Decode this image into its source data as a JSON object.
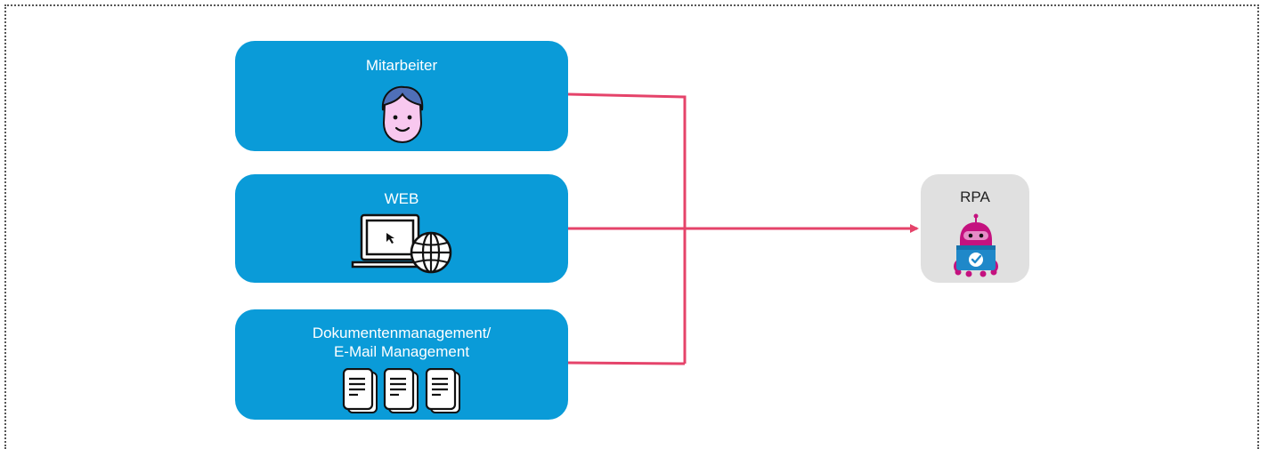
{
  "diagram": {
    "sources": [
      {
        "label": "Mitarbeiter",
        "icon": "employee-face-icon"
      },
      {
        "label": "WEB",
        "icon": "laptop-globe-icon"
      },
      {
        "label_line1": "Dokumentenmanagement/",
        "label_line2": "E-Mail Management",
        "icon": "documents-icon"
      }
    ],
    "target": {
      "label": "RPA",
      "icon": "robot-icon"
    },
    "colors": {
      "source_box": "#0a9bd8",
      "target_box": "#e0e0e0",
      "connector": "#e5436a",
      "robot": "#c4127f",
      "face": "#f8c8ef"
    }
  }
}
